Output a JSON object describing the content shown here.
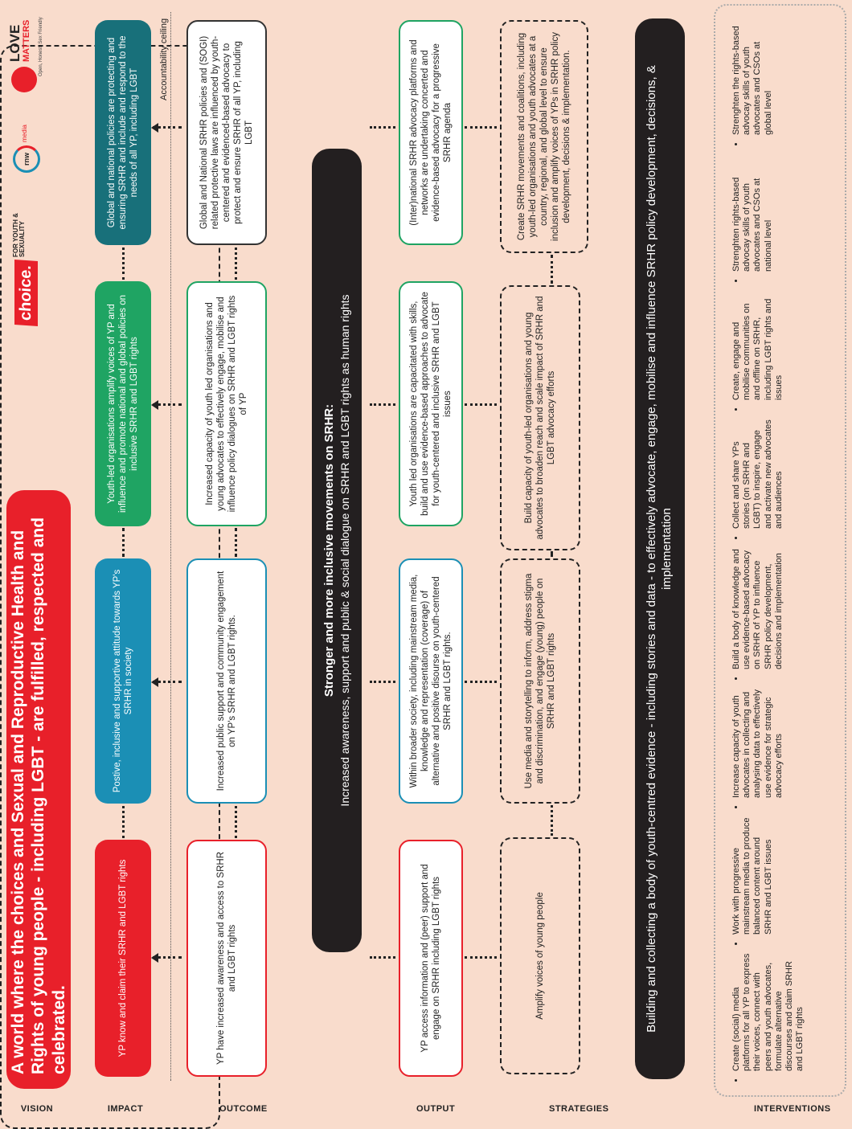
{
  "row_labels": {
    "vision": "VISION",
    "impact": "IMPACT",
    "outcome": "OUTCOME",
    "output": "OUTPUT",
    "strategies": "STRATEGIES",
    "interventions": "INTERVENTIONS"
  },
  "vision": "A world where the choices and Sexual and Reproductive Health and Rights of young people - including LGBT - are fulfilled, respected and celebrated.",
  "accountability_ceiling": "Accountability ceiling",
  "logos": {
    "choice": "choice.",
    "choice_sub": "FOR YOUTH & SEXUALITY",
    "rnw": "rnw",
    "rnw_sub": "media",
    "love": "LOVE",
    "matters": "MATTERS",
    "love_sub": "Open, Honest, Sex Friendly"
  },
  "impact": [
    "YP know and claim their SRHR and LGBT rights",
    "Postive, inclusive and supportive attitude towards YP's SRHR in society",
    "Youth-led organisations amplify voices of YP and influence and promote national and global policies on inclusive SRHR and LGBT rights",
    "Global and national policies are protecting and ensuring SRHR and include and respond to the needs of all YP, including LGBT"
  ],
  "outcome": [
    "YP have increased awareness and access to SRHR and LGBT rights",
    "Increased public support and community engagement on YP's SRHR and LGBT rights.",
    "Increased capacity  of youth led organisations and young advocates to effectively engage, mobilise and influence policy dialogues on SRHR and LGBT rights of YP",
    "Global and National SRHR policies and (SOGI) related protective laws are influenced by youth-centered and evidenced-based advocacy to protect and ensure SRHR of all YP, including LGBT"
  ],
  "movement": {
    "title": "Stronger and more inclusive movements on SRHR:",
    "subtitle": "Increased awareness, support and public & social dialogue on SRHR and LGBT rights as human rights"
  },
  "output": [
    "YP access information and (peer) support and engage on SRHR including LGBT rights",
    "Within broader society, including mainstream media, knowledge and representation (coverage) of alternative and positive disourse on youth-centered SRHR and LGBT rights.",
    "Youth led organisations are capacitated with skills, build and use evidence-based approaches to advocate for youth-centered and inclusive SRHR and LGBT issues",
    "(Inter)national SRHR advocacy platforms and networks are undertaking concerted and evidence-based advocacy for a progressive SRHR agenda"
  ],
  "strategies": [
    "Amplify voices of young people",
    "Use media and storytelling to inform, address stigma and discrimination, and engage (young) people on SRHR and LGBT rights",
    "Build capacity of youth-led organisations and young advocates to broaden reach and scale impact of SRHR and LGBT advocacy efforts",
    "Create SRHR movements and coalitions, including youth-led organisations and youth advocates at a country, regional, and global level to ensure inclusion and amplify voices of YPs in SRHR policy development, decisions & implementation."
  ],
  "evidence_band": "Building and collecting a body of youth-centred evidence - including stories and data - to effectively advocate, engage, mobilise and influence SRHR policy development, decisions, & implementation",
  "interventions": [
    "Create (social) media platforms for all YP to express their voices, connect with peers and youth advocates, formulate alternative discourses and claim SRHR and LGBT rights",
    "Work with progressive mainstream media to produce balanced content around SRHR and LGBT issues",
    "Increase capacity of youth advocates in collecting and analysing data to effectively use evidence for strategic advocacy efforts",
    "Build a body of knowledge and use evidence-based advocacy on SRHR of YP to influence SRHR policy development, decisions and implementation",
    "Collect and share YPs stories (on SRHR and LGBT) to inspire, engage and activate new advocates and audiences",
    "Create, engage and mobilise communities on and offline on SRHR, including LGBT rights and issues",
    "Strenghten rights-based advocay skills of youth advocates and CSOs at national level",
    "Strenghten the rights-based advocay skills of youth advocates and CSOs at global level"
  ],
  "colors": {
    "background": "#f9dccc",
    "red": "#e8202a",
    "blue": "#1b8fb5",
    "green": "#1fa463",
    "teal": "#18707a",
    "dark": "#231f20"
  }
}
